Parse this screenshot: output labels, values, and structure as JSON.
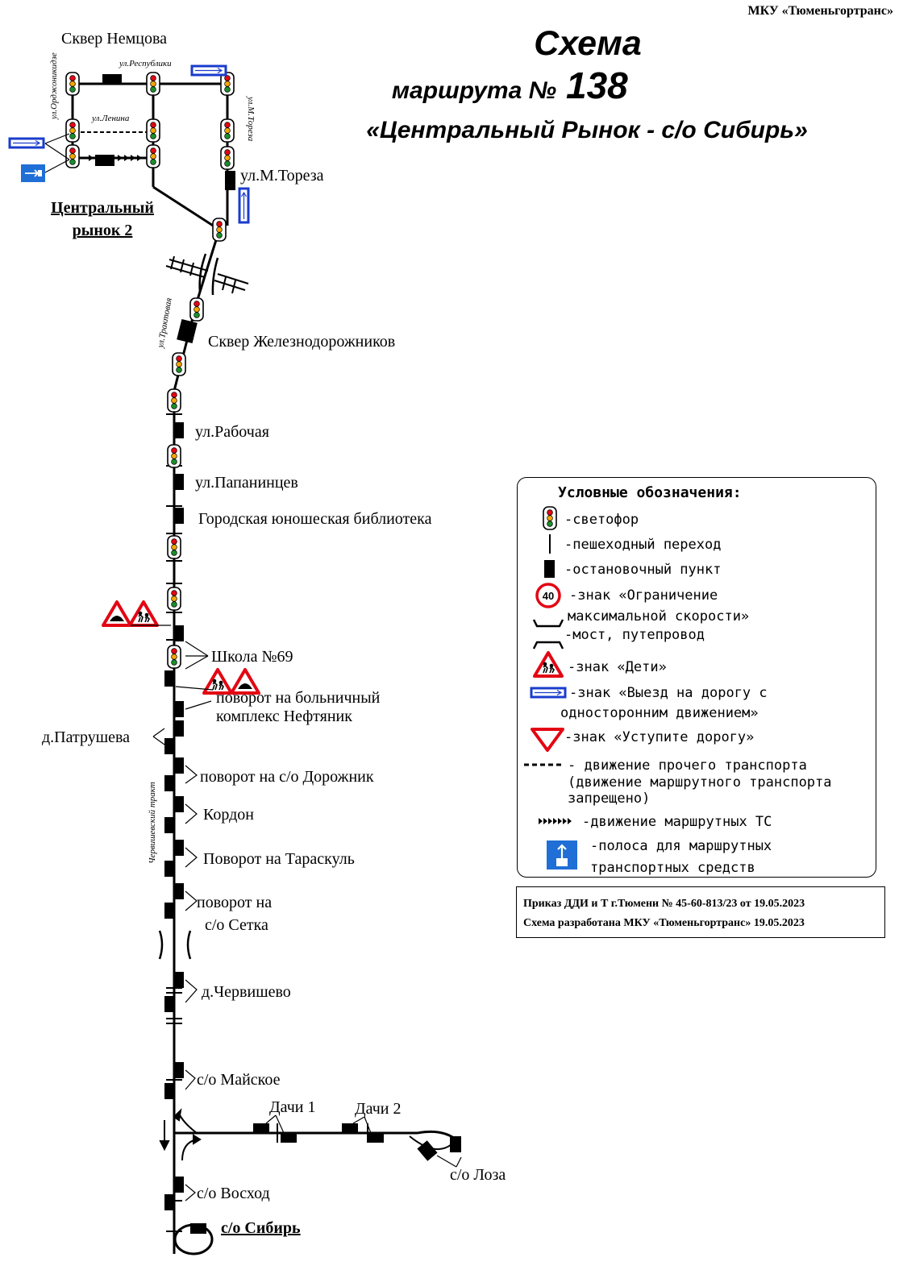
{
  "organization": "МКУ «Тюменьгортранс»",
  "title": {
    "line1": "Схема",
    "line2_prefix": "маршрута №",
    "route_number": "138",
    "line3": "«Центральный Рынок - с/о Сибирь»"
  },
  "streets": {
    "respubliki": "ул.Республики",
    "ordzhonikidze": "ул.Орджоникидзе",
    "lenina": "ул.Ленина",
    "m_toreza": "ул.М.Тореза",
    "traktovaya": "ул.Трактовая",
    "chervishevsky": "Червишевский тракт"
  },
  "stops": {
    "skver_nemtsova": "Сквер Немцова",
    "central_market_1": "Центральный",
    "central_market_2": "рынок 2",
    "m_toreza": "ул.М.Тореза",
    "skver_zheleznodorozhnikov": "Сквер Железнодорожников",
    "rabochaya": "ул.Рабочая",
    "papanintsev": "ул.Папанинцев",
    "library": "Городская юношеская библиотека",
    "school_69": "Школа №69",
    "hospital_1": "поворот на больничный",
    "hospital_2": "комплекс Нефтяник",
    "patrusheva": "д.Патрушева",
    "dorozhnik": "поворот на с/о Дорожник",
    "kordon": "Кордон",
    "taraskul": "Поворот на Тараскуль",
    "setka_1": "поворот на",
    "setka_2": "с/о Сетка",
    "chervishevo": "д.Червишево",
    "maiskoe": "с/о Майское",
    "dachi_1": "Дачи 1",
    "dachi_2": "Дачи 2",
    "loza": "с/о Лоза",
    "voskhod": "с/о Восход",
    "sibir": "с/о Сибирь"
  },
  "legend": {
    "title": "Условные обозначения:",
    "traffic_light": "-светофор",
    "crossing": "-пешеходный переход",
    "stop": "-остановочный пункт",
    "speed_value": "40",
    "speed_1": "-знак «Ограничение",
    "speed_2": "максимальной скорости»",
    "bridge": "-мост, путепровод",
    "children": "-знак «Дети»",
    "oneway_1": "-знак «Выезд на дорогу с",
    "oneway_2": "односторонним движением»",
    "yield": "-знак «Уступите дорогу»",
    "other_1": "- движение прочего транспорта",
    "other_2": "(движение маршрутного транспорта",
    "other_3": "запрещено)",
    "route_move": "-движение маршрутных ТС",
    "bus_lane_1": "-полоса для маршрутных",
    "bus_lane_2": "транспортных средств"
  },
  "order": {
    "line1": "Приказ ДДИ и Т г.Тюмени № 45-60-813/23 от 19.05.2023",
    "line2": "Схема разработана МКУ «Тюменьгортранс» 19.05.2023"
  },
  "colors": {
    "sign_red": "#e30613",
    "sign_blue": "#1a3ccc",
    "lane_blue": "#1f6fd6"
  }
}
